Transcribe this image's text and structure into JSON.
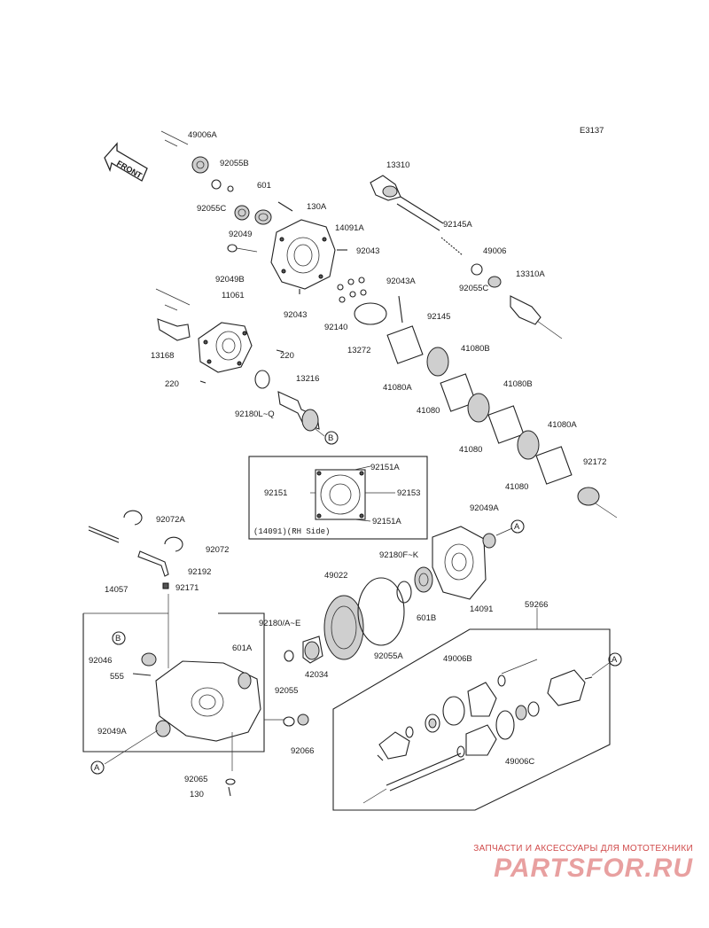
{
  "diagram_code": "E3137",
  "front_label": "FRONT",
  "callouts": {
    "b_marker": "B",
    "a_marker": "A"
  },
  "labels": {
    "p49006A": "49006A",
    "p92055B": "92055B",
    "p92055C_top": "92055C",
    "p601": "601",
    "p130A": "130A",
    "p14091A": "14091A",
    "p92049": "92049",
    "p92043_r": "92043",
    "p92049B": "92049B",
    "p92043_b": "92043",
    "p11061": "11061",
    "p13168": "13168",
    "p220_r": "220",
    "p220_l": "220",
    "p13216": "13216",
    "p92180LQ": "92180L~Q",
    "p13310": "13310",
    "p92145A": "92145A",
    "p49006": "49006",
    "p92055C_r": "92055C",
    "p13310A": "13310A",
    "p92043A": "92043A",
    "p92140": "92140",
    "p13272": "13272",
    "p92145": "92145",
    "p41080B_1": "41080B",
    "p41080A_1": "41080A",
    "p41080_1": "41080",
    "p41080_2": "41080",
    "p41080B_2": "41080B",
    "p41080A_2": "41080A",
    "p41080_3": "41080",
    "p92172": "92172",
    "p92151A_t": "92151A",
    "p92151": "92151",
    "p92153": "92153",
    "p92151A_b": "92151A",
    "p14091_rh": "(14091)(RH Side)",
    "p92072A": "92072A",
    "p92072": "92072",
    "p92192": "92192",
    "p92171": "92171",
    "p14057": "14057",
    "p92046": "92046",
    "p555": "555",
    "p92049A_l": "92049A",
    "p92065": "92065",
    "p130": "130",
    "p601A": "601A",
    "p92180AE": "92180/A~E",
    "p42034": "42034",
    "p49022": "49022",
    "p92055A": "92055A",
    "p92055": "92055",
    "p92066": "92066",
    "p92180FK": "92180F~K",
    "p601B": "601B",
    "p14091": "14091",
    "p92049A_r": "92049A",
    "p59266": "59266",
    "p49006B": "49006B",
    "p49006C": "49006C"
  },
  "watermark": {
    "line1": "ЗАПЧАСТИ И АКСЕССУАРЫ ДЛЯ МОТОТЕХНИКИ",
    "line2": "PARTSFOR.RU"
  }
}
